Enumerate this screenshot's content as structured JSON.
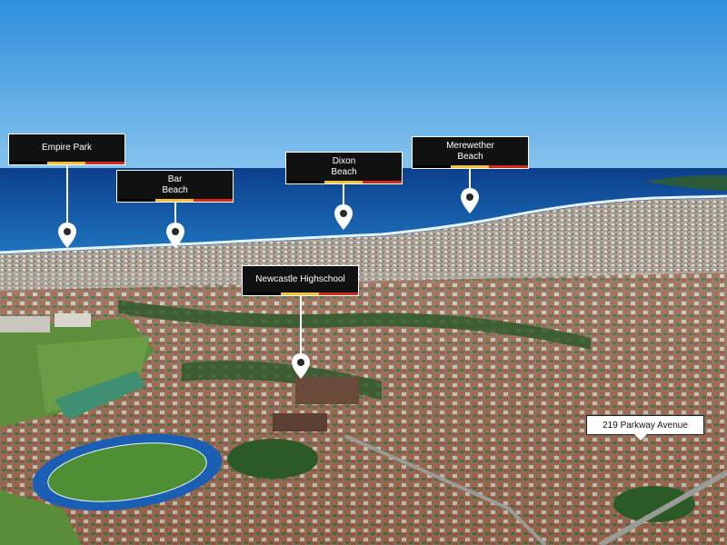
{
  "labels": {
    "empire_park": "Empire Park",
    "bar_beach_1": "Bar",
    "bar_beach_2": "Beach",
    "dixon_beach_1": "Dixon",
    "dixon_beach_2": "Beach",
    "merewether_beach_1": "Merewether",
    "merewether_beach_2": "Beach",
    "newcastle_highschool": "Newcastle Highschool",
    "address": "219 Parkway Avenue"
  },
  "colors": {
    "label_bg": "#111111",
    "label_text": "#ffffff",
    "stripe": [
      "#000000",
      "#f2c230",
      "#d22a1d"
    ],
    "sky": "#3a9be0",
    "ocean": "#0f4fa0"
  },
  "icons": [
    "map-pin-icon"
  ]
}
